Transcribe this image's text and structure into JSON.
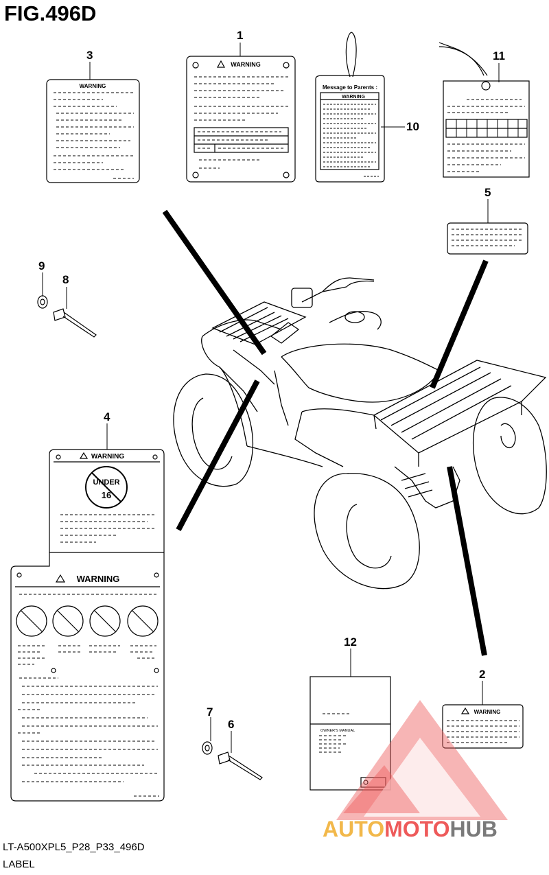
{
  "figure": {
    "title": "FIG.496D",
    "code": "LT-A500XPL5_P28_P33_496D",
    "caption": "LABEL"
  },
  "callouts": [
    "1",
    "2",
    "3",
    "4",
    "5",
    "6",
    "7",
    "8",
    "9",
    "10",
    "11",
    "12"
  ],
  "labels": {
    "warning": "WARNING",
    "message_to_parents": "Message to Parents :",
    "under_age": "UNDER",
    "age_number": "16",
    "owners_manual": "OWNER'S MANUAL"
  },
  "watermark": {
    "part1": "AUTO",
    "part2": "MOTO",
    "part3": "HUB",
    "color1": "#f2b84a",
    "color2": "#ee5a5a",
    "color3": "#7a7a7a"
  }
}
